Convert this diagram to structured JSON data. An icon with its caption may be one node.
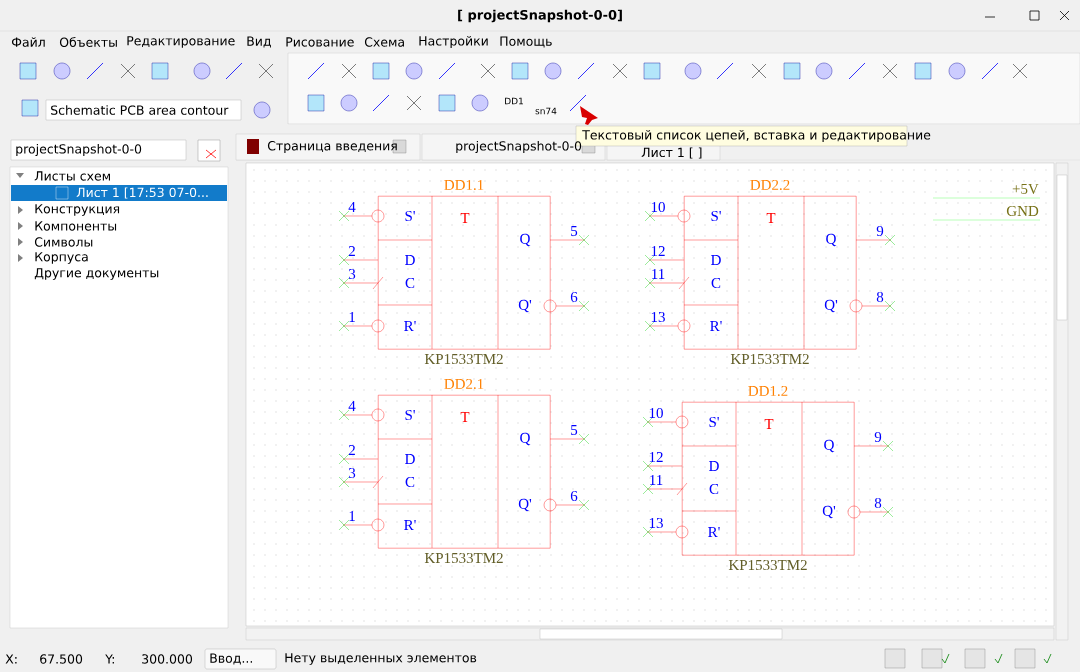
{
  "diagram": {
    "title": "[ projectSnapshot-0-0]",
    "nodes": [
      {
        "text": [
          "DD1.1",
          "T",
          "S'",
          "D",
          "C",
          "R'",
          "Q",
          "Q'",
          "4",
          "2",
          "3",
          "1",
          "5",
          "6"
        ],
        "beside": [
          "KP1533TM2"
        ]
      },
      {
        "text": [
          "DD2.2",
          "T",
          "S'",
          "D",
          "C",
          "R'",
          "Q",
          "Q'",
          "10",
          "12",
          "11",
          "13",
          "9",
          "8"
        ],
        "beside": [
          "KP1533TM2"
        ]
      },
      {
        "text": [
          "DD2.1",
          "T",
          "S'",
          "D",
          "C",
          "R'",
          "Q",
          "Q'",
          "4",
          "2",
          "3",
          "1",
          "5",
          "6"
        ],
        "beside": [
          "KP1533TM2"
        ]
      },
      {
        "text": [
          "DD1.2",
          "T",
          "S'",
          "D",
          "C",
          "R'",
          "Q",
          "Q'",
          "10",
          "12",
          "11",
          "13",
          "9",
          "8"
        ],
        "beside": [
          "KP1533TM2"
        ]
      }
    ],
    "labels": [
      "Файл",
      "Объекты",
      "Редактирование",
      "Вид",
      "Рисование",
      "Схема",
      "Настройки",
      "Помощь",
      "Schematic PCB area contour",
      "DD1",
      "sn74",
      "projectSnapshot-0-0",
      "Текстовый список цепей, вставка и редактирование",
      "Страница введения",
      "projectSnapshot-0-0",
      "Лист 1 [ ]",
      "Листы схем",
      "Лист 1 [17:53 07-0...",
      "+5V",
      "Конструкция",
      "GND",
      "Компоненты",
      "Символы",
      "Корпуса",
      "Другие документы",
      "X:",
      "67.500",
      "Y:",
      "300.000",
      "Ввод...",
      "Нету выделенных элементов"
    ]
  }
}
